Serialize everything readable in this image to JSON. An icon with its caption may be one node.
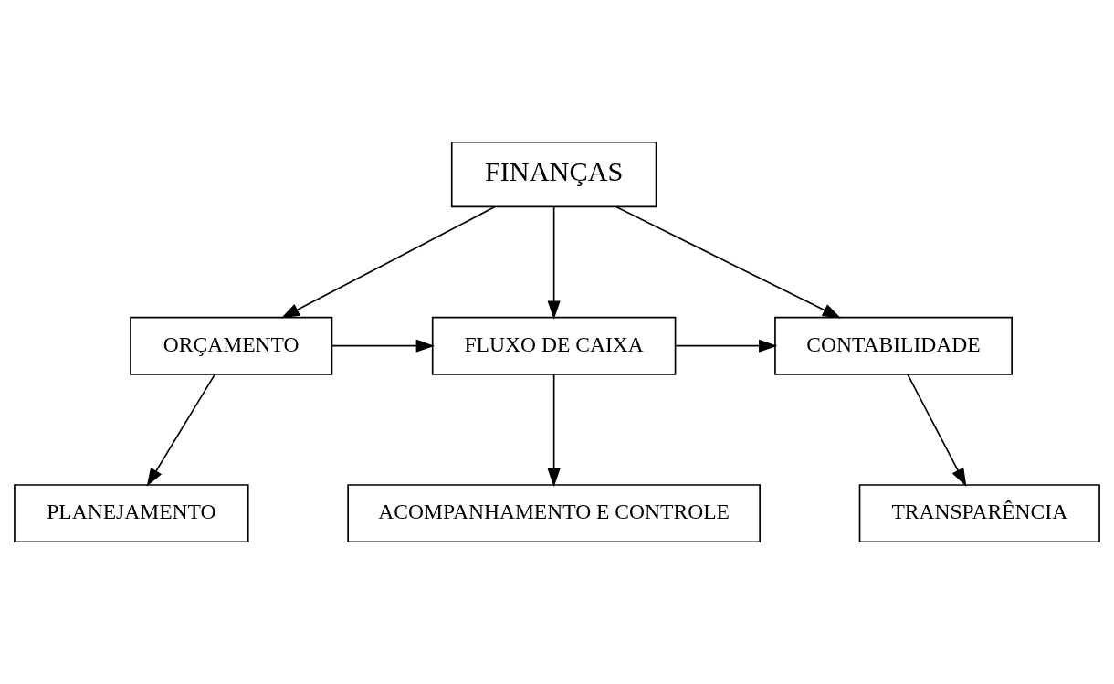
{
  "diagram": {
    "nodes": [
      {
        "text": [
          "FINANÇAS"
        ]
      },
      {
        "text": [
          "ORÇAMENTO"
        ]
      },
      {
        "text": [
          "FLUXO DE CAIXA"
        ]
      },
      {
        "text": [
          "CONTABILIDADE"
        ]
      },
      {
        "text": [
          "PLANEJAMENTO"
        ]
      },
      {
        "text": [
          "ACOMPANHAMENTO E CONTROLE"
        ]
      },
      {
        "text": [
          "TRANSPARÊNCIA"
        ]
      }
    ],
    "edges": [
      {
        "from": 0,
        "to": 1,
        "arrow": "to"
      },
      {
        "from": 0,
        "to": 2,
        "arrow": "to"
      },
      {
        "from": 0,
        "to": 3,
        "arrow": "to"
      },
      {
        "from": 1,
        "to": 2,
        "arrow": "to"
      },
      {
        "from": 2,
        "to": 3,
        "arrow": "to"
      },
      {
        "from": 1,
        "to": 4,
        "arrow": "to"
      },
      {
        "from": 2,
        "to": 5,
        "arrow": "to"
      },
      {
        "from": 3,
        "to": 6,
        "arrow": "to"
      }
    ]
  }
}
